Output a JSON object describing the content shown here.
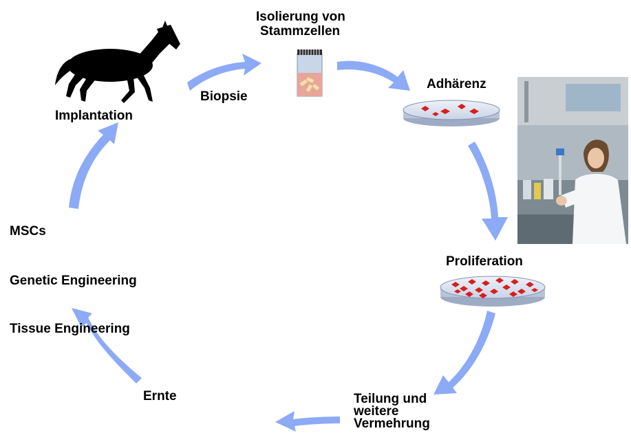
{
  "labels": {
    "isolation": "Isolierung von Stammzellen",
    "isolation_line1": "Isolierung von",
    "isolation_line2": "Stammzellen",
    "biopsie": "Biopsie",
    "adhaerenz": "Adhärenz",
    "implantation": "Implantation",
    "proliferation": "Proliferation",
    "teilung_line1": "Teilung und",
    "teilung_line2": "weitere",
    "teilung_line3": "Vermehrung",
    "ernte": "Ernte",
    "mscs": "MSCs",
    "genetic": "Genetic Engineering",
    "tissue": "Tissue Engineering"
  },
  "colors": {
    "arrow": "#8caaf5",
    "cell": "#d81e1e",
    "dish": "#dfe6f2",
    "vial": "#c9d6e8"
  },
  "icons": [
    "horse-silhouette",
    "sample-vial",
    "petri-dish-adherence",
    "petri-dish-proliferation",
    "lab-photo"
  ]
}
